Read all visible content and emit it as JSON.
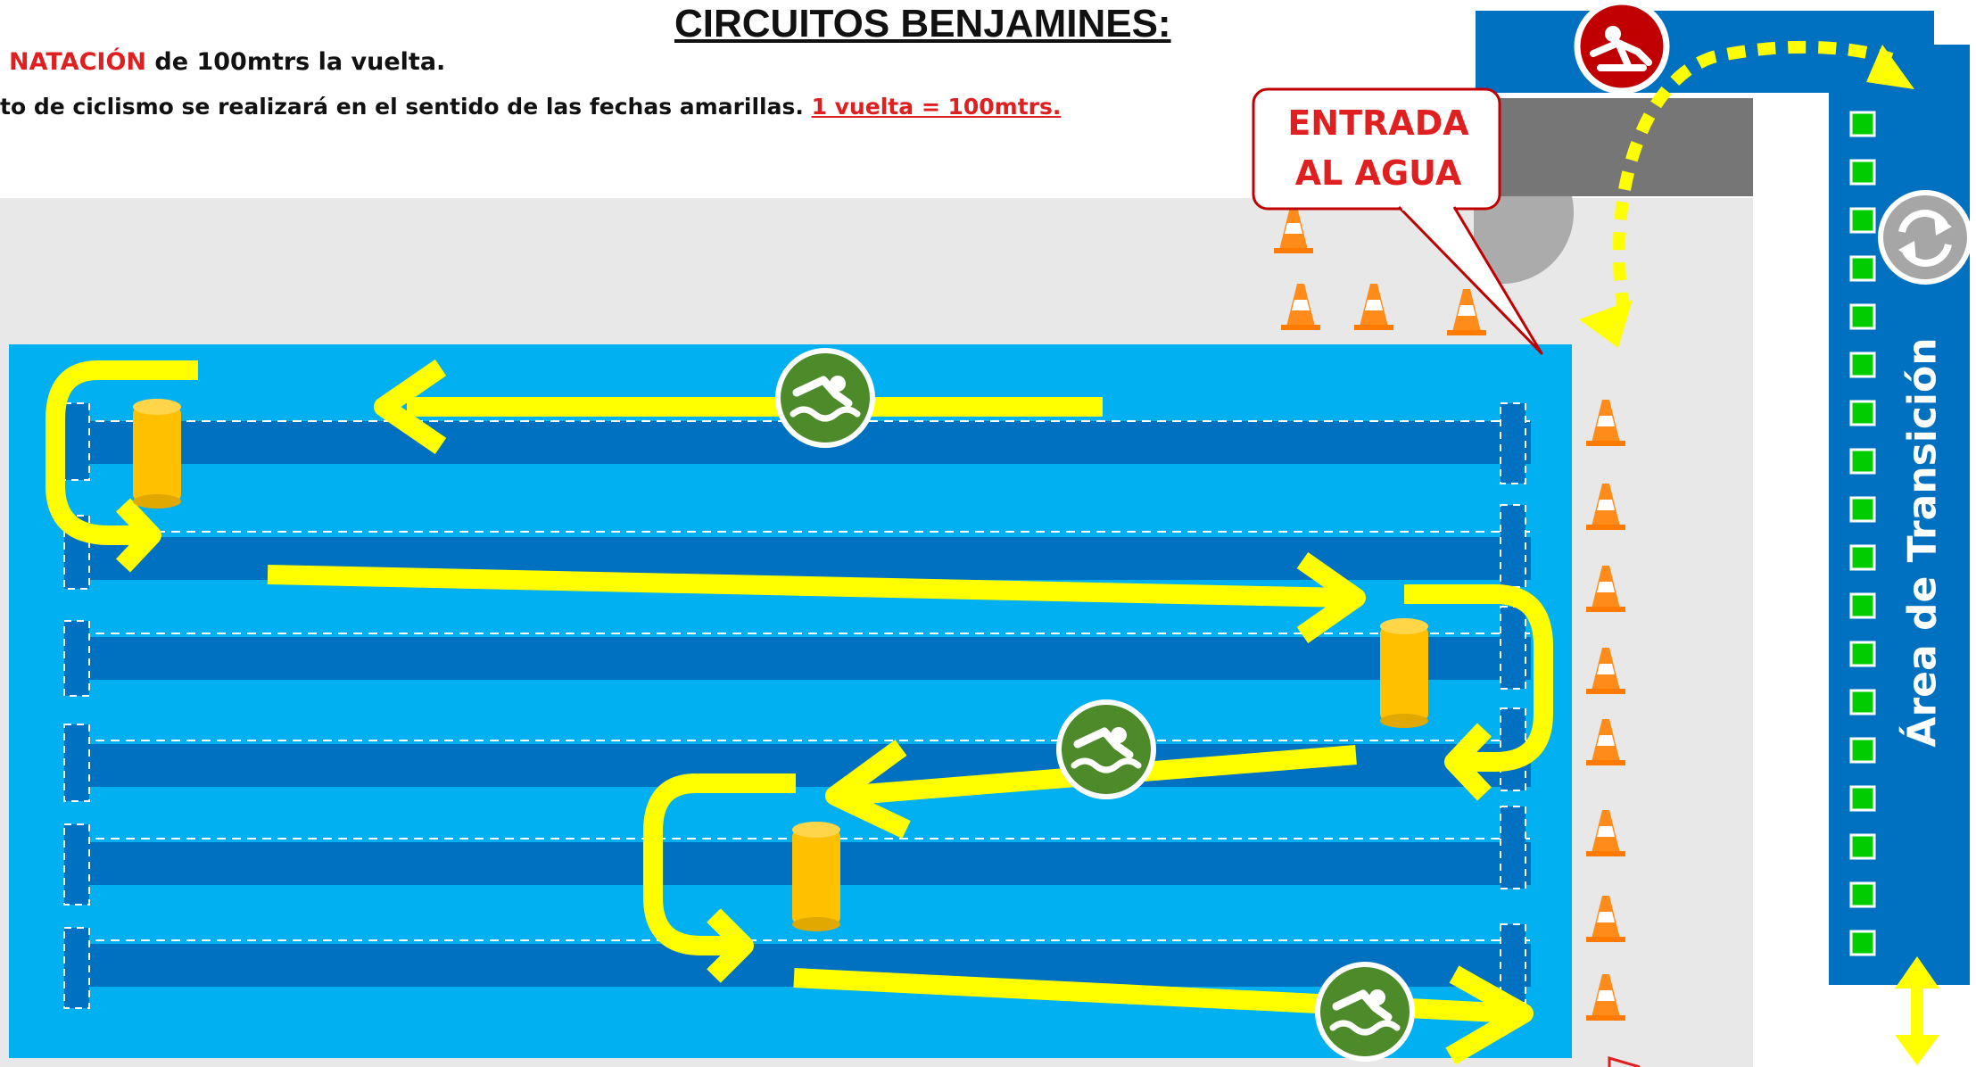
{
  "header": {
    "title": "CIRCUITOS BENJAMINES:",
    "line1_highlight": "NATACIÓN",
    "line1_rest": " de 100mtrs la vuelta.",
    "line2_text": "to de ciclismo se realizará en el sentido de las fechas amarillas. ",
    "line2_highlight": "1 vuelta = 100mtrs."
  },
  "callout": {
    "line1": "ENTRADA",
    "line2": "AL AGUA"
  },
  "transition_area": {
    "label": "Área de Transición"
  },
  "icons": {
    "start": "runner-start-icon",
    "swim": "swimmer-icon",
    "cycle": "rotate-cycle-icon",
    "buoy": "buoy-icon",
    "cone": "traffic-cone-icon"
  },
  "colors": {
    "pool_water": "#00b0f0",
    "lane_stripe": "#0070c0",
    "deck": "#e8e8e8",
    "arrow": "#ffff00",
    "buoy": "#ffc000",
    "swim_icon": "#4c8a2a",
    "start_icon": "#c00000",
    "transition_strip": "#0070c0",
    "transition_marker": "#00cc00",
    "text_red": "#e02020"
  }
}
